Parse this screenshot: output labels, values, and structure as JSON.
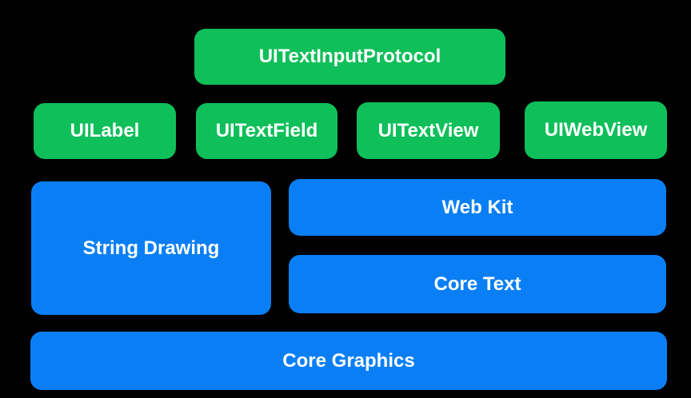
{
  "diagram": {
    "top": {
      "label": "UITextInputProtocol"
    },
    "views": [
      {
        "label": "UILabel"
      },
      {
        "label": "UITextField"
      },
      {
        "label": "UITextView"
      },
      {
        "label": "UIWebView"
      }
    ],
    "frameworks": {
      "string_drawing": "String Drawing",
      "web_kit": "Web Kit",
      "core_text": "Core Text"
    },
    "base": {
      "label": "Core Graphics"
    },
    "colors": {
      "background": "#000000",
      "green": "#0fbf5a",
      "blue": "#0a7ff5",
      "text": "#ffffff"
    }
  }
}
